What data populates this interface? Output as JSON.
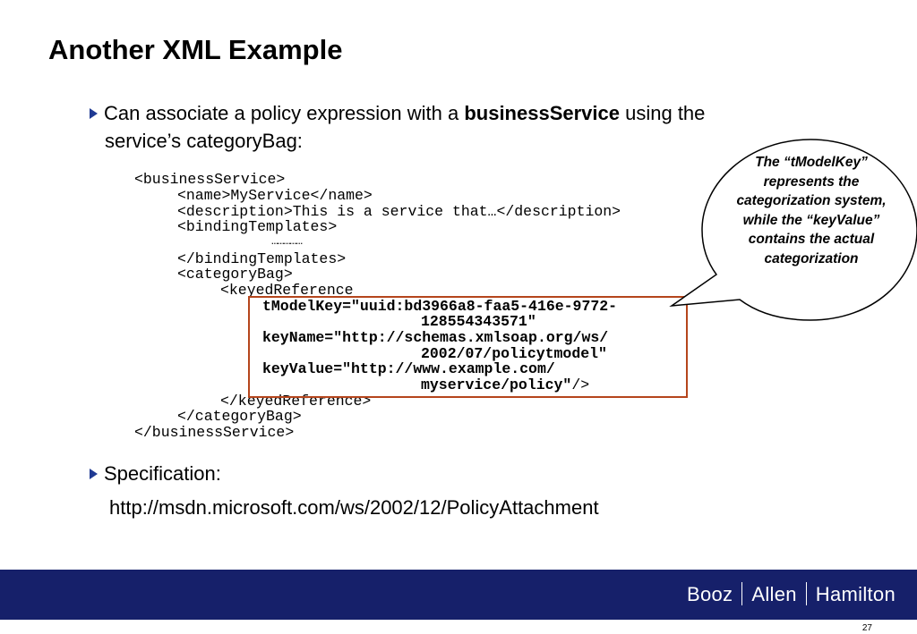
{
  "slide": {
    "title": "Another XML Example",
    "bullet1": {
      "pre": "Can associate a policy expression with a ",
      "bold": "businessService",
      "post": " using the",
      "line2": "service’s categoryBag:"
    },
    "code": {
      "l1": "<businessService>",
      "l2": "<name>MyService</name>",
      "l3": "<description>This is a service that…</description>",
      "l4": "<bindingTemplates>",
      "l5": "……………",
      "l6": "</bindingTemplates>",
      "l7": "<categoryBag>",
      "l8": "<keyedReference",
      "l9": "tModelKey=\"uuid:bd3966a8-faa5-416e-9772-",
      "l10": "128554343571\"",
      "l11": "keyName=\"http://schemas.xmlsoap.org/ws/",
      "l12": "2002/07/policytmodel\"",
      "l13": "keyValue=\"http://www.example.com/",
      "l14a": "myservice/policy\"",
      "l14b": "/>",
      "l15": "</keyedReference>",
      "l16": "</categoryBag>",
      "l17": "</businessService>"
    },
    "callout": "The “tModelKey” represents the categorization system, while the “keyValue” contains the actual categorization",
    "bullet2": "Specification:",
    "url": "http://msdn.microsoft.com/ws/2002/12/PolicyAttachment",
    "footer": {
      "brand1": "Booz",
      "brand2": "Allen",
      "brand3": "Hamilton",
      "color": "#16206a"
    },
    "page_number": "27"
  }
}
